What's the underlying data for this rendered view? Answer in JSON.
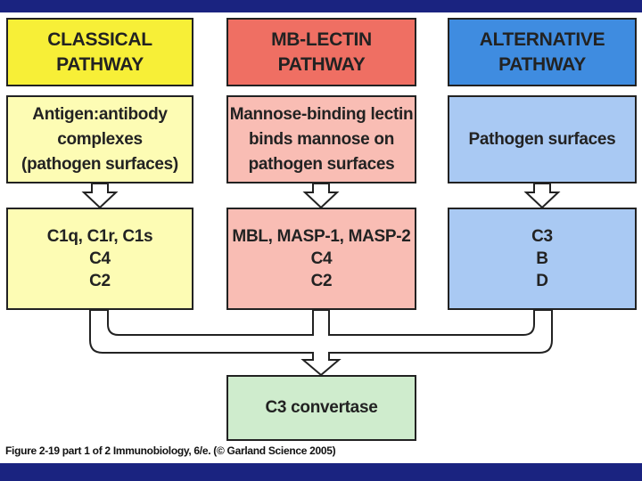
{
  "pathways": {
    "classical": {
      "header": "CLASSICAL\nPATHWAY",
      "trigger": "Antigen:antibody\ncomplexes\n(pathogen surfaces)",
      "components": "C1q, C1r, C1s\nC4\nC2"
    },
    "mb_lectin": {
      "header": "MB-LECTIN\nPATHWAY",
      "trigger": "Mannose-binding lectin\nbinds mannose on\npathogen surfaces",
      "components": "MBL, MASP-1, MASP-2\nC4\nC2"
    },
    "alternative": {
      "header": "ALTERNATIVE\nPATHWAY",
      "trigger": "Pathogen surfaces",
      "components": "C3\nB\nD"
    }
  },
  "result": {
    "label": "C3  convertase"
  },
  "caption": "Figure 2-19 part 1 of 2  Immunobiology, 6/e. (© Garland Science 2005)",
  "colors": {
    "classical_header": "#f7ef37",
    "classical_body": "#fdfcb4",
    "mb_lectin_header": "#ef6f63",
    "mb_lectin_body": "#f9bdb4",
    "alternative_header": "#3f8ce0",
    "alternative_body": "#a9c9f3",
    "result": "#cfeccd",
    "band": "#1a2380"
  }
}
